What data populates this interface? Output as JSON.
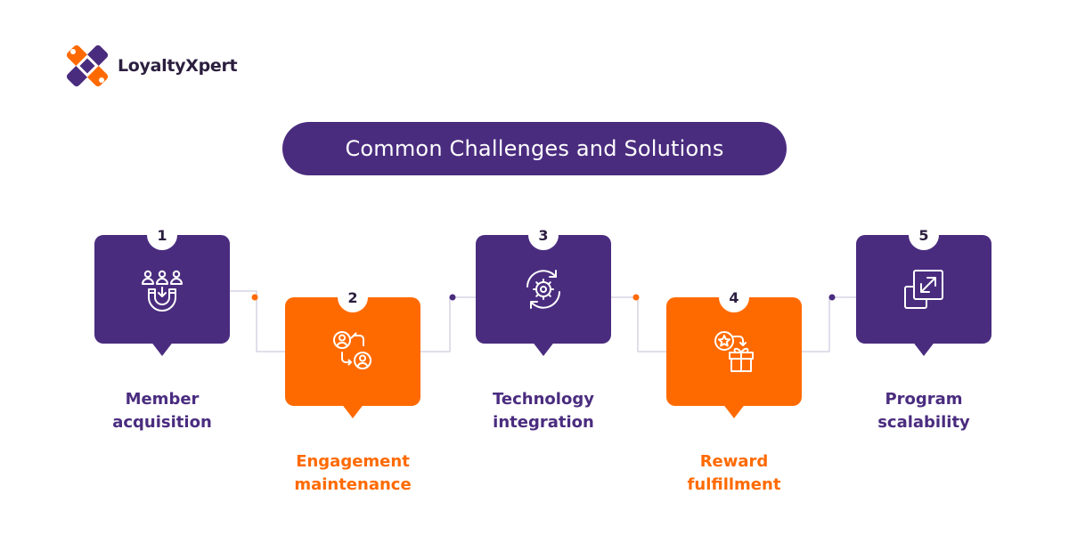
{
  "brand": {
    "name": "LoyaltyXpert"
  },
  "title": "Common Challenges and Solutions",
  "colors": {
    "purple": "#4a2c7f",
    "orange": "#ff6a00",
    "connector": "#d9d4e3",
    "dark": "#2b1e3f"
  },
  "steps": [
    {
      "number": "1",
      "line1": "Member",
      "line2": "acquisition",
      "icon": "users-magnet-icon",
      "color": "purple"
    },
    {
      "number": "2",
      "line1": "Engagement",
      "line2": "maintenance",
      "icon": "user-exchange-icon",
      "color": "orange"
    },
    {
      "number": "3",
      "line1": "Technology",
      "line2": "integration",
      "icon": "gear-sync-icon",
      "color": "purple"
    },
    {
      "number": "4",
      "line1": "Reward",
      "line2": "fulfillment",
      "icon": "reward-gift-icon",
      "color": "orange"
    },
    {
      "number": "5",
      "line1": "Program",
      "line2": "scalability",
      "icon": "scale-expand-icon",
      "color": "purple"
    }
  ]
}
